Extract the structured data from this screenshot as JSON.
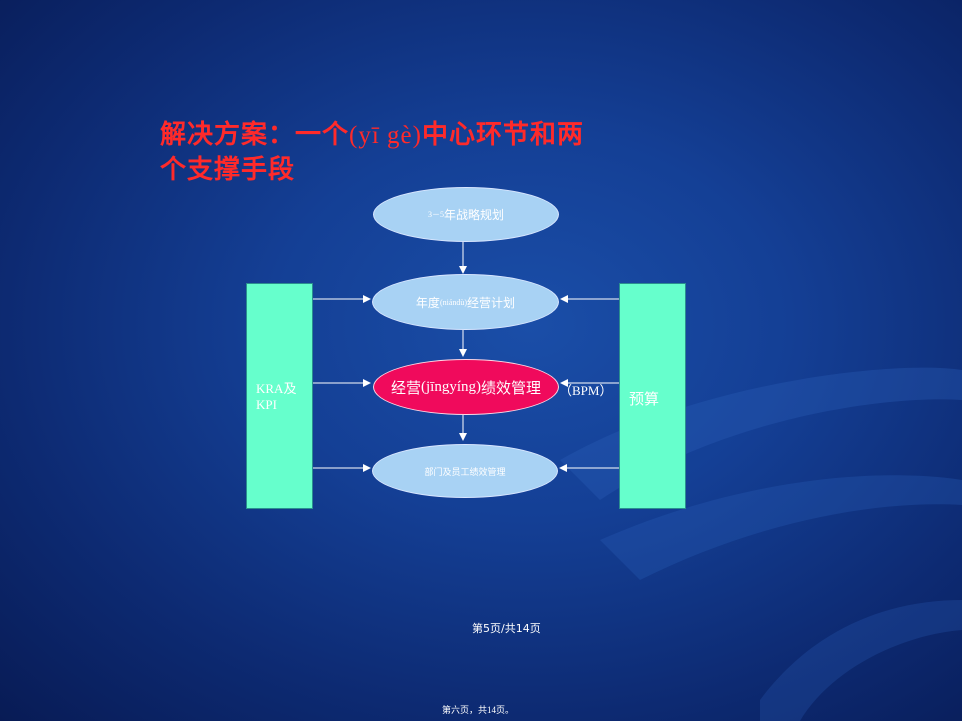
{
  "title": {
    "line1_a": "解决方案：一个",
    "line1_pinyin": "(yī gè)",
    "line1_b": "中心环节和两",
    "line2": "个支撑手段"
  },
  "nodes": {
    "strategy_num": "3－5",
    "strategy_text": "年战略规划",
    "annual_a": "年度",
    "annual_pinyin": "(niándù)",
    "annual_b": "经营计划",
    "bpm_a": "经营",
    "bpm_pinyin": "(jīngyíng)",
    "bpm_b": "绩效管理",
    "bpm_suffix": "（BPM）",
    "dept": "部门及员工绩效管理"
  },
  "left_box": {
    "line1": "KRA及",
    "line2": "KPI"
  },
  "right_box": {
    "label": "预算"
  },
  "footer": {
    "page": "第5页/共14页",
    "note": "第六页，共14页。"
  },
  "colors": {
    "title": "#ff2a2a",
    "ellipse": "#a8d2f4",
    "center_ellipse": "#f00a5c",
    "side_box": "#66ffcc"
  }
}
